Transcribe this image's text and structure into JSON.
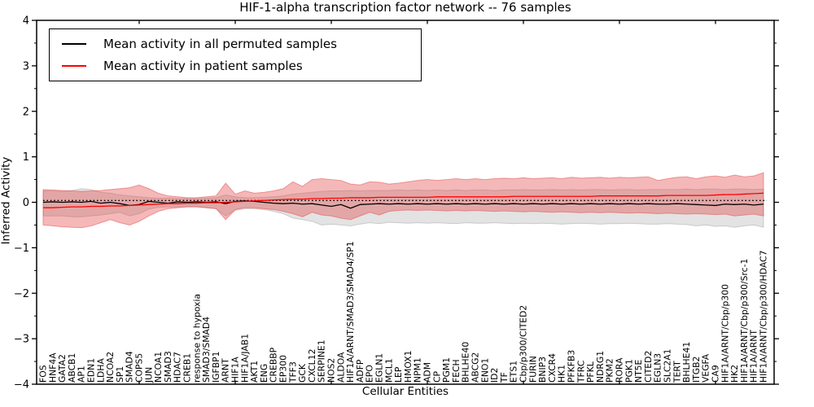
{
  "figure": {
    "title": "HIF-1-alpha transcription factor network -- 76 samples"
  },
  "legend": {
    "items": [
      {
        "label": "Mean activity in all permuted samples",
        "color": "#000000"
      },
      {
        "label": "Mean activity in patient samples",
        "color": "#ff0000"
      }
    ]
  },
  "axes": {
    "xlabel": "Cellular Entities",
    "ylabel": "Inferred Activity"
  },
  "chart_data": {
    "type": "line",
    "title": "HIF-1-alpha transcription factor network -- 76 samples",
    "xlabel": "Cellular Entities",
    "ylabel": "Inferred Activity",
    "ylim": [
      -4,
      4
    ],
    "yticks": [
      -4,
      -3,
      -2,
      -1,
      0,
      1,
      2,
      3,
      4
    ],
    "minor_tick_step": 0.5,
    "grid": false,
    "legend_position": "upper left",
    "categories": [
      "FOS",
      "HNF4A",
      "GATA2",
      "ABCB1",
      "AP1",
      "EDN1",
      "LDHA",
      "NCOA2",
      "SP1",
      "SMAD4",
      "COPS5",
      "JUN",
      "NCOA1",
      "SMAD3",
      "HDAC7",
      "CREB1",
      "response to hypoxia",
      "SMAD3/SMAD4",
      "IGFBP1",
      "ARNT",
      "HIF1A",
      "HIF1A/JAB1",
      "AKT1",
      "ENG",
      "CREBBP",
      "EP300",
      "TFF3",
      "GCK",
      "CXCL12",
      "SERPINE1",
      "NOS2",
      "ALDOA",
      "HIF1A/ARNT/SMAD3/SMAD4/SP1",
      "ADFP",
      "EPO",
      "EGLN1",
      "MCL1",
      "LEP",
      "HMOX1",
      "NPM1",
      "ADM",
      "CP",
      "PGM1",
      "FECH",
      "BHLHE40",
      "ABCG2",
      "ENO1",
      "ID2",
      "TF",
      "ETS1",
      "Cbp/p300/CITED2",
      "FURIN",
      "BNIP3",
      "CXCR4",
      "HK1",
      "PFKFB3",
      "TFRC",
      "PFKL",
      "NDRG1",
      "PKM2",
      "RORA",
      "PGK1",
      "NT5E",
      "CITED2",
      "EGLN3",
      "SLC2A1",
      "TERT",
      "BHLHE41",
      "ITGB2",
      "VEGFA",
      "CA9",
      "HIF1A/ARNT/Cbp/p300",
      "HK2",
      "HIF1A/ARNT/Cbp/p300/Src-1",
      "HIF1A/ARNT",
      "HIF1A/ARNT/Cbp/p300/HDAC7"
    ],
    "series": [
      {
        "name": "Mean activity in all permuted samples",
        "color": "#000000",
        "values": [
          0.0,
          0.01,
          0.0,
          0.01,
          0.0,
          0.02,
          -0.02,
          0.0,
          -0.03,
          -0.07,
          -0.05,
          0.02,
          0.0,
          -0.02,
          0.01,
          0.0,
          0.01,
          0.0,
          0.01,
          -0.03,
          0.02,
          0.03,
          0.02,
          0.0,
          -0.02,
          -0.03,
          -0.02,
          -0.04,
          -0.03,
          -0.06,
          -0.09,
          -0.05,
          -0.13,
          -0.05,
          -0.04,
          -0.03,
          -0.04,
          -0.03,
          -0.04,
          -0.03,
          -0.04,
          -0.03,
          -0.04,
          -0.03,
          -0.04,
          -0.03,
          -0.04,
          -0.03,
          -0.04,
          -0.03,
          -0.04,
          -0.03,
          -0.04,
          -0.03,
          -0.04,
          -0.03,
          -0.04,
          -0.03,
          -0.04,
          -0.03,
          -0.04,
          -0.03,
          -0.04,
          -0.03,
          -0.04,
          -0.04,
          -0.03,
          -0.04,
          -0.05,
          -0.06,
          -0.07,
          -0.04,
          -0.05,
          -0.04,
          -0.06,
          -0.04
        ]
      },
      {
        "name": "Mean activity in patient samples",
        "color": "#ff0000",
        "values": [
          -0.12,
          -0.12,
          -0.11,
          -0.1,
          -0.1,
          -0.09,
          -0.09,
          -0.08,
          -0.08,
          -0.07,
          -0.06,
          -0.05,
          -0.04,
          -0.03,
          -0.03,
          -0.02,
          -0.02,
          -0.01,
          -0.01,
          0.0,
          0.01,
          0.02,
          0.03,
          0.04,
          0.05,
          0.06,
          0.07,
          0.07,
          0.08,
          0.08,
          0.09,
          0.09,
          0.1,
          0.1,
          0.1,
          0.11,
          0.11,
          0.11,
          0.11,
          0.11,
          0.11,
          0.12,
          0.12,
          0.12,
          0.12,
          0.12,
          0.12,
          0.12,
          0.12,
          0.13,
          0.13,
          0.13,
          0.13,
          0.13,
          0.13,
          0.13,
          0.13,
          0.13,
          0.14,
          0.14,
          0.14,
          0.14,
          0.14,
          0.14,
          0.14,
          0.15,
          0.15,
          0.15,
          0.15,
          0.15,
          0.16,
          0.17,
          0.17,
          0.18,
          0.19,
          0.2
        ]
      }
    ],
    "bands": [
      {
        "name": "permuted-std-band",
        "color": "#888888",
        "opacity": 0.24,
        "upper": [
          0.25,
          0.25,
          0.24,
          0.26,
          0.3,
          0.28,
          0.22,
          0.2,
          0.16,
          0.14,
          0.12,
          0.1,
          0.09,
          0.09,
          0.08,
          0.08,
          0.08,
          0.09,
          0.1,
          0.16,
          0.12,
          0.1,
          0.1,
          0.11,
          0.12,
          0.14,
          0.18,
          0.2,
          0.22,
          0.24,
          0.25,
          0.25,
          0.26,
          0.25,
          0.26,
          0.26,
          0.26,
          0.27,
          0.26,
          0.27,
          0.26,
          0.27,
          0.26,
          0.27,
          0.26,
          0.27,
          0.27,
          0.26,
          0.27,
          0.27,
          0.28,
          0.27,
          0.27,
          0.28,
          0.27,
          0.28,
          0.27,
          0.28,
          0.28,
          0.27,
          0.28,
          0.28,
          0.27,
          0.28,
          0.28,
          0.28,
          0.28,
          0.29,
          0.28,
          0.29,
          0.29,
          0.28,
          0.29,
          0.29,
          0.28,
          0.29
        ],
        "lower": [
          -0.3,
          -0.3,
          -0.3,
          -0.32,
          -0.32,
          -0.3,
          -0.28,
          -0.25,
          -0.22,
          -0.3,
          -0.25,
          -0.15,
          -0.11,
          -0.1,
          -0.1,
          -0.1,
          -0.1,
          -0.12,
          -0.14,
          -0.3,
          -0.18,
          -0.14,
          -0.14,
          -0.16,
          -0.2,
          -0.25,
          -0.35,
          -0.38,
          -0.42,
          -0.5,
          -0.48,
          -0.5,
          -0.52,
          -0.48,
          -0.45,
          -0.47,
          -0.44,
          -0.45,
          -0.46,
          -0.45,
          -0.46,
          -0.45,
          -0.46,
          -0.47,
          -0.45,
          -0.46,
          -0.46,
          -0.45,
          -0.46,
          -0.47,
          -0.46,
          -0.47,
          -0.46,
          -0.47,
          -0.48,
          -0.47,
          -0.46,
          -0.47,
          -0.48,
          -0.47,
          -0.47,
          -0.46,
          -0.47,
          -0.48,
          -0.48,
          -0.47,
          -0.48,
          -0.49,
          -0.52,
          -0.5,
          -0.53,
          -0.52,
          -0.55,
          -0.52,
          -0.5,
          -0.55
        ]
      },
      {
        "name": "patient-std-band",
        "color": "#e64545",
        "opacity": 0.38,
        "upper": [
          0.28,
          0.27,
          0.26,
          0.25,
          0.24,
          0.25,
          0.26,
          0.28,
          0.3,
          0.32,
          0.38,
          0.3,
          0.2,
          0.14,
          0.12,
          0.1,
          0.1,
          0.12,
          0.14,
          0.42,
          0.18,
          0.25,
          0.2,
          0.22,
          0.25,
          0.3,
          0.45,
          0.35,
          0.5,
          0.52,
          0.5,
          0.48,
          0.4,
          0.38,
          0.45,
          0.44,
          0.4,
          0.42,
          0.45,
          0.48,
          0.5,
          0.48,
          0.5,
          0.52,
          0.5,
          0.52,
          0.5,
          0.52,
          0.53,
          0.52,
          0.54,
          0.52,
          0.53,
          0.54,
          0.52,
          0.55,
          0.53,
          0.54,
          0.55,
          0.53,
          0.55,
          0.54,
          0.55,
          0.56,
          0.48,
          0.52,
          0.55,
          0.56,
          0.52,
          0.56,
          0.58,
          0.55,
          0.6,
          0.56,
          0.58,
          0.65
        ],
        "lower": [
          -0.5,
          -0.52,
          -0.54,
          -0.55,
          -0.56,
          -0.52,
          -0.45,
          -0.38,
          -0.45,
          -0.5,
          -0.42,
          -0.3,
          -0.2,
          -0.14,
          -0.12,
          -0.1,
          -0.1,
          -0.12,
          -0.14,
          -0.38,
          -0.16,
          -0.12,
          -0.12,
          -0.14,
          -0.16,
          -0.2,
          -0.25,
          -0.32,
          -0.22,
          -0.28,
          -0.3,
          -0.35,
          -0.38,
          -0.3,
          -0.22,
          -0.28,
          -0.2,
          -0.18,
          -0.17,
          -0.18,
          -0.17,
          -0.18,
          -0.19,
          -0.18,
          -0.19,
          -0.18,
          -0.19,
          -0.2,
          -0.19,
          -0.2,
          -0.21,
          -0.2,
          -0.21,
          -0.22,
          -0.21,
          -0.22,
          -0.23,
          -0.22,
          -0.23,
          -0.22,
          -0.23,
          -0.24,
          -0.23,
          -0.24,
          -0.25,
          -0.24,
          -0.25,
          -0.26,
          -0.25,
          -0.26,
          -0.27,
          -0.26,
          -0.3,
          -0.28,
          -0.26,
          -0.3
        ]
      }
    ],
    "reference_line": {
      "style": "dotted",
      "color": "#000000",
      "value": 0.04
    }
  }
}
